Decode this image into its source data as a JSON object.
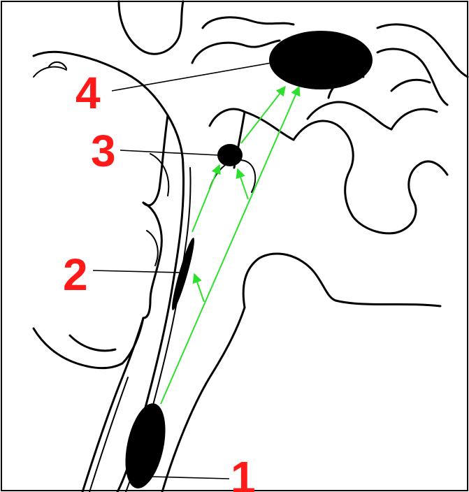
{
  "labels": {
    "one": "1",
    "two": "2",
    "three": "3",
    "four": "4"
  },
  "colors": {
    "label": "#ff1a1a",
    "pathway": "#2ee02e",
    "nucleus": "#000000",
    "outline": "#000000"
  }
}
